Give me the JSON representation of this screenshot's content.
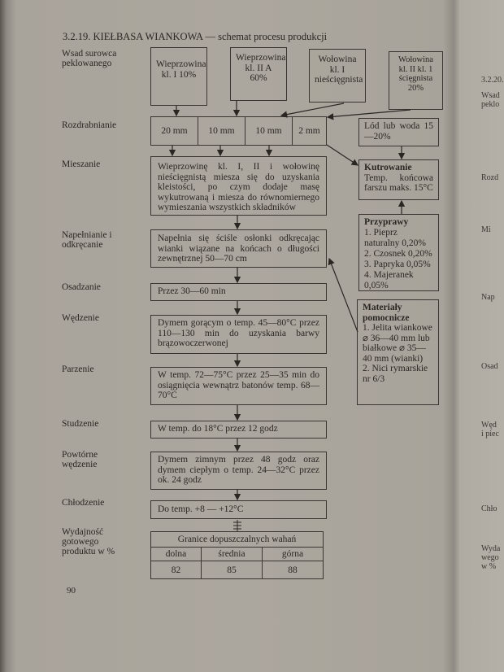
{
  "title": "3.2.19. KIEŁBASA WIANKOWA — schemat procesu produkcji",
  "page_number": "90",
  "stages": {
    "wsad": "Wsad surowca peklowanego",
    "rozdrabnianie": "Rozdrabnianie",
    "mieszanie": "Mieszanie",
    "napelnianie": "Napełnianie i odkręcanie",
    "osadzanie": "Osadzanie",
    "wedzenie": "Wędzenie",
    "parzenie": "Parzenie",
    "studzenie": "Studzenie",
    "powtorne": "Powtórne wędzenie",
    "chlodzenie": "Chłodzenie",
    "wydajnosc": "Wydajność gotowego produktu w %"
  },
  "raw_materials": [
    "Wieprzowina kl. I 10%",
    "Wieprzowina kl. II A 60%",
    "Wołowina kl. I nieścięgnista",
    "Wołowina kl. II kl. 1 ścięgnista 20%"
  ],
  "grinding": [
    "20 mm",
    "10 mm",
    "10 mm",
    "2 mm"
  ],
  "ice": "Lód lub woda 15—20%",
  "kutrowanie": {
    "title": "Kutrowanie",
    "text": "Temp. końcowa farszu maks. 15°C"
  },
  "przyprawy": {
    "title": "Przyprawy",
    "items": [
      "1. Pieprz naturalny 0,20%",
      "2. Czosnek 0,20%",
      "3. Papryka 0,05%",
      "4. Majeranek 0,05%"
    ]
  },
  "materialy": {
    "title": "Materiały pomocnicze",
    "items": [
      "1. Jelita wiankowe ⌀ 36—40 mm lub białkowe ⌀ 35—40 mm (wianki)",
      "2. Nici rymarskie nr 6/3"
    ]
  },
  "steps": {
    "mieszanie": "Wieprzowinę kl. I, II i wołowinę nieścięgnistą miesza się do uzyskania kleistości, po czym dodaje masę wykutrowaną i miesza do równomiernego wymieszania wszystkich składników",
    "napelnianie": "Napełnia się ściśle osłonki odkręcając wianki wiązane na końcach o długości zewnętrznej 50—70 cm",
    "osadzanie": "Przez 30—60 min",
    "wedzenie": "Dymem gorącym o temp. 45—80°C przez 110—130 min do uzyskania barwy brązowoczerwonej",
    "parzenie": "W temp. 72—75°C przez 25—35 min do osiągnięcia wewnątrz batonów temp. 68—70°C",
    "studzenie": "W temp. do 18°C przez 12 godz",
    "powtorne": "Dymem zimnym przez 48 godz oraz dymem ciepłym o temp. 24—32°C przez ok. 24 godz",
    "chlodzenie": "Do temp. +8 — +12°C"
  },
  "yield_table": {
    "header": "Granice dopuszczalnych wahań",
    "columns": [
      "dolna",
      "średnia",
      "górna"
    ],
    "values": [
      "82",
      "85",
      "88"
    ]
  },
  "right_page": [
    "3.2.20.",
    "Wsad",
    "peklo",
    "Rozd",
    "Mi",
    "Nap",
    "Osad",
    "Węd",
    "i piec",
    "Chło",
    "Wyda",
    "wego",
    "w %"
  ]
}
